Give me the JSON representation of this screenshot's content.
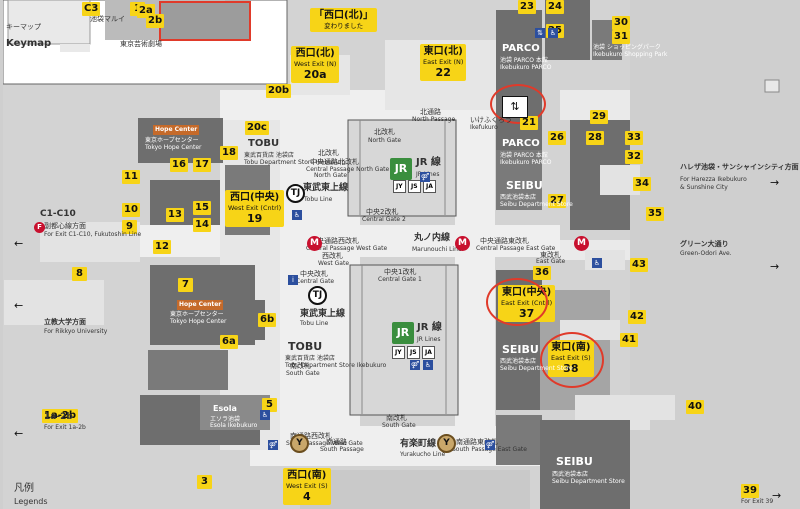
{
  "keymap": {
    "jp": "キーマップ",
    "en": "Keymap"
  },
  "legend": {
    "jp": "凡例",
    "en": "Legends"
  },
  "inset_labels": {
    "ikebukuro_marui": "池袋マルイ",
    "tokyo_metro_theatre": "東京芸術劇場",
    "highlight": "「西口(北)」",
    "highlight_sub": "変わりました"
  },
  "exits": {
    "west_north": {
      "jp": "西口(北)",
      "en": "West Exit (N)",
      "no": "20a"
    },
    "east_north": {
      "jp": "東口(北)",
      "en": "East Exit (N)",
      "no": "22"
    },
    "west_central": {
      "jp": "西口(中央)",
      "en": "West Exit (Cntrl)",
      "no": "19"
    },
    "east_central": {
      "jp": "東口(中央)",
      "en": "East Exit (Cntrl)",
      "no": "37"
    },
    "east_south": {
      "jp": "東口(南)",
      "en": "East Exit (S)",
      "no": "38"
    },
    "west_south": {
      "jp": "西口(南)",
      "en": "West Exit (S)",
      "no": "4"
    }
  },
  "numbers": [
    "C3",
    "1",
    "2a",
    "2b",
    "23",
    "24",
    "25",
    "30",
    "31",
    "20b",
    "20c",
    "18",
    "11",
    "16",
    "17",
    "10",
    "13",
    "15",
    "9",
    "14",
    "12",
    "8",
    "7",
    "6a",
    "6b",
    "5",
    "1a-2b",
    "3",
    "26",
    "28",
    "33",
    "32",
    "27",
    "34",
    "35",
    "36",
    "42",
    "41",
    "40",
    "43",
    "39",
    "29",
    "21"
  ],
  "directions": {
    "c1c10": {
      "jp": "C1-C10",
      "sub": "副都心線方面",
      "en": "For Exit C1-C10, Fukutoshin Line"
    },
    "rikkyo": {
      "jp": "立教大学方面",
      "en": "For Rikkyo University"
    },
    "exit1a2b": {
      "jp": "1a-2b",
      "en": "For Exit 1a-2b"
    },
    "harezza": {
      "jp": "ハレザ池袋・サンシャインシティ方面",
      "jp2": "サンシャインシティ方面",
      "en": "For Harezza Ikebukuro",
      "en2": "& Sunshine City"
    },
    "green_odori": {
      "jp": "グリーン大通り",
      "en": "Green-Odori Ave."
    },
    "exit39": {
      "jp": "39",
      "en": "For Exit 39"
    }
  },
  "areas": {
    "north_passage": {
      "jp": "北通路",
      "en": "North Passage"
    },
    "north_gate": {
      "jp": "北改札",
      "en": "North Gate"
    },
    "jr_lines": {
      "jp": "JR 線",
      "en": "JR Lines"
    },
    "jr_north": "JR",
    "jr_south": "JR",
    "jr_codes": [
      "JY",
      "JS",
      "JA"
    ],
    "central_gate2": {
      "jp": "中央2改札",
      "en": "Central Gate 2"
    },
    "central_passage_north": {
      "jp": "中央通路北改札",
      "en": "Central Passage North Gate"
    },
    "central_passage_west": {
      "jp": "中央通路西改札",
      "en": "Central Passage West Gate"
    },
    "central_passage_east": {
      "jp": "中央通路東改札",
      "en": "Central Passage East Gate"
    },
    "central_gate1": {
      "jp": "中央1改札",
      "en": "Central Gate 1"
    },
    "marunouchi": {
      "jp": "丸ノ内線",
      "en": "Marunouchi Line"
    },
    "yurakucho": {
      "jp": "有楽町線",
      "en": "Yurakucho Line"
    },
    "tobu_line_n": {
      "jp": "東武東上線",
      "en": "Tobu Line"
    },
    "tobu_line_s": {
      "jp": "東武東上線",
      "en": "Tobu Line"
    },
    "south_gate": {
      "jp": "南改札",
      "en": "South Gate"
    },
    "south_passage": {
      "jp": "南通路",
      "en": "South Passage"
    },
    "south_passage_west": {
      "jp": "南通路西改札",
      "en": "South Passage West Gate"
    },
    "south_passage_east": {
      "jp": "南通路東改札",
      "en": "South Passage East Gate"
    },
    "north_gate_tobu": {
      "jp": "北改札",
      "en": "North Gate"
    },
    "central_gate_tobu": {
      "jp": "中央改札",
      "en": "Central Gate"
    },
    "minami_gate_tobu": {
      "jp": "南改札",
      "en": "South Gate"
    },
    "ikefukuro": {
      "jp": "いけふくろう",
      "en": "Ikefukuro"
    },
    "east_gate": {
      "jp": "東改札",
      "en": "East Gate"
    },
    "west_gate": {
      "jp": "西改札",
      "en": "West Gate"
    }
  },
  "stores": {
    "parco_n": {
      "logo": "PARCO",
      "jp": "池袋 PARCO 本館",
      "en": "Ikebukuro PARCO"
    },
    "parco_s": {
      "logo": "PARCO",
      "jp": "池袋 PARCO 本館",
      "en": "Ikebukuro PARCO"
    },
    "seibu_n": {
      "logo": "SEIBU",
      "jp": "西武池袋本店",
      "en": "Seibu Department Store"
    },
    "seibu_c": {
      "logo": "SEIBU",
      "jp": "西武池袋本店",
      "en": "Seibu Department Store"
    },
    "seibu_s": {
      "logo": "SEIBU",
      "jp": "西武池袋本店",
      "en": "Seibu Department Store"
    },
    "tobu_n": {
      "logo": "TOBU",
      "jp": "東武百貨店 池袋店",
      "en": "Tobu Department Store Ikebukuro"
    },
    "tobu_s": {
      "logo": "TOBU",
      "jp": "東武百貨店 池袋店",
      "en": "Tobu Department Store Ikebukuro"
    },
    "hope_center_n": {
      "logo": "Hope Center",
      "jp": "東京ホープセンター",
      "en": "Tokyo Hope Center"
    },
    "hope_center_s": {
      "logo": "Hope Center",
      "jp": "東京ホープセンター",
      "en": "Tokyo Hope Center"
    },
    "esola": {
      "logo": "Esola",
      "jp": "エソラ池袋",
      "en": "Esola Ikebukuro"
    },
    "shopping_park": {
      "jp": "池袋 ショッピングパーク",
      "en": "Ikebukuro Shopping Park"
    }
  },
  "colors": {
    "exit_yellow": "#f7d417",
    "highlight_red": "#e03a2a",
    "building_dark": "#6e6e6e",
    "concourse_light": "#ececec",
    "jr_green": "#3a8e3e",
    "metro_red": "#c8102e"
  }
}
